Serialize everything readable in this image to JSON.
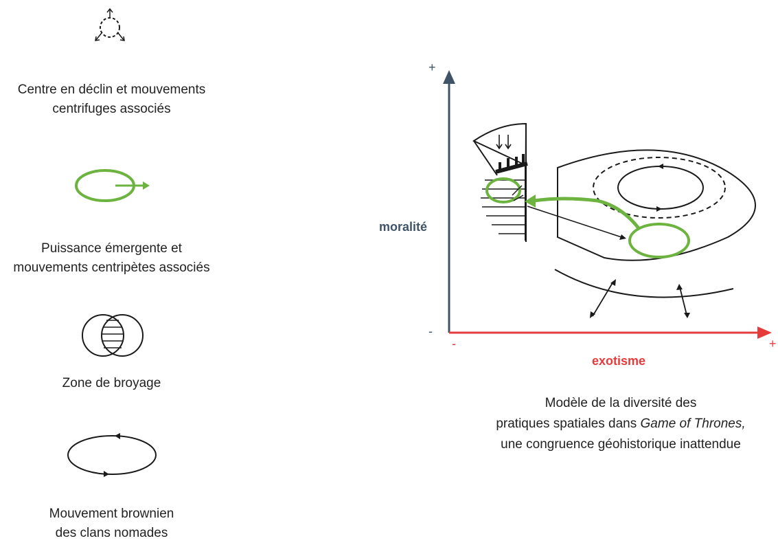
{
  "colors": {
    "green": "#6cb33f",
    "axis_blue": "#3e5466",
    "axis_red": "#e53b3b",
    "ink": "#1a1a1a"
  },
  "legend": [
    {
      "icon": "declining-centre-icon",
      "text_line1": "Centre en déclin et mouvements",
      "text_line2": "centrifuges associés"
    },
    {
      "icon": "emerging-power-icon",
      "text_line1": "Puissance émergente et",
      "text_line2": "mouvements centripètes associés"
    },
    {
      "icon": "crushing-zone-icon",
      "text_line1": "Zone de broyage",
      "text_line2": ""
    },
    {
      "icon": "brownian-movement-icon",
      "text_line1": "Mouvement brownien",
      "text_line2": "des clans nomades"
    }
  ],
  "diagram": {
    "y_axis_label": "moralité",
    "x_axis_label": "exotisme",
    "y_plus": "+",
    "y_minus": "-",
    "x_minus": "-",
    "x_plus": "+"
  },
  "caption": {
    "line1": "Modèle de la diversité des",
    "line2_prefix": "pratiques spatiales dans ",
    "line2_italic": "Game of Thrones,",
    "line3": "une congruence géohistorique inattendue"
  }
}
